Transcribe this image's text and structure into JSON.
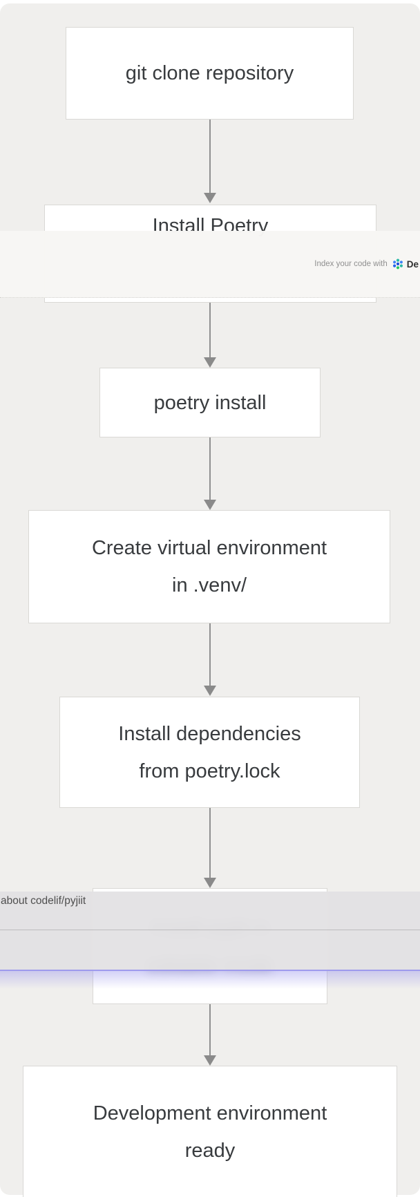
{
  "promo_banner": {
    "prefix": "Index your code with",
    "brand": "De",
    "icon": "deepwiki-logo-icon"
  },
  "suggestion_overlay": {
    "item_label": "about codelif/pyjiit"
  },
  "flowchart": {
    "type": "flowchart-top-down",
    "nodes": [
      {
        "key": "git-clone",
        "lines": [
          "git clone repository"
        ]
      },
      {
        "key": "install-poetry",
        "lines": [
          "Install Poetry"
        ]
      },
      {
        "key": "poetry-install",
        "lines": [
          "poetry install"
        ]
      },
      {
        "key": "create-venv",
        "lines": [
          "Create virtual environment",
          "in .venv/"
        ]
      },
      {
        "key": "install-deps",
        "lines": [
          "Install dependencies",
          "from poetry.lock"
        ]
      },
      {
        "key": "editable-install",
        "lines": [
          "Install pyjiit in",
          "editable mode"
        ],
        "blurred": true
      },
      {
        "key": "env-ready",
        "lines": [
          "Development environment",
          "ready"
        ]
      }
    ],
    "edges": [
      {
        "from": "git-clone",
        "to": "install-poetry"
      },
      {
        "from": "install-poetry",
        "to": "poetry-install"
      },
      {
        "from": "poetry-install",
        "to": "create-venv"
      },
      {
        "from": "create-venv",
        "to": "install-deps"
      },
      {
        "from": "install-deps",
        "to": "editable-install"
      },
      {
        "from": "editable-install",
        "to": "env-ready"
      }
    ]
  },
  "colors": {
    "page_background": "#f0efed",
    "node_background": "#ffffff",
    "node_border": "#d9d8d5",
    "node_text": "#383b3e",
    "arrow": "#8e8e8e",
    "overlay_row": "#e2e1e3",
    "focus_glow": "#9e9aed",
    "banner_background": "#f7f6f4"
  }
}
